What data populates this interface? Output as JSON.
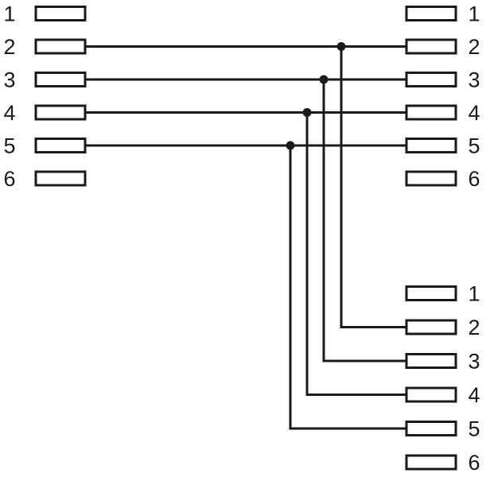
{
  "connectors": [
    {
      "id": "left",
      "pins": [
        "1",
        "2",
        "3",
        "4",
        "5",
        "6"
      ]
    },
    {
      "id": "right-top",
      "pins": [
        "1",
        "2",
        "3",
        "4",
        "5",
        "6"
      ]
    },
    {
      "id": "right-bottom",
      "pins": [
        "1",
        "2",
        "3",
        "4",
        "5",
        "6"
      ]
    }
  ],
  "wiring": [
    {
      "pin": "2",
      "from": "left",
      "to": [
        "right-top",
        "right-bottom"
      ]
    },
    {
      "pin": "3",
      "from": "left",
      "to": [
        "right-top",
        "right-bottom"
      ]
    },
    {
      "pin": "4",
      "from": "left",
      "to": [
        "right-top",
        "right-bottom"
      ]
    },
    {
      "pin": "5",
      "from": "left",
      "to": [
        "right-top",
        "right-bottom"
      ]
    }
  ],
  "colors": {
    "line": "#1a1a1a",
    "background": "#ffffff"
  }
}
